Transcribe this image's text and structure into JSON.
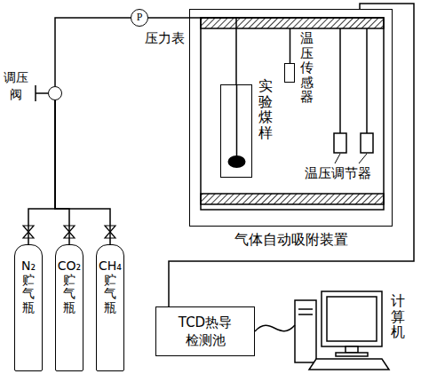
{
  "diagram": {
    "nodes": [
      {
        "text": [
          "P",
          "压力表"
        ]
      },
      {
        "text": [
          "调压阀"
        ]
      },
      {
        "text": [
          "N₂贮气瓶"
        ]
      },
      {
        "text": [
          "CO₂贮气瓶"
        ]
      },
      {
        "text": [
          "CH₄贮气瓶"
        ]
      },
      {
        "text": [
          "气体自动吸附装置"
        ]
      },
      {
        "text": [
          "实验煤样"
        ],
        "in": 5
      },
      {
        "text": [
          "温压传感器"
        ],
        "in": 5
      },
      {
        "text": [
          "TCD热导 检测池"
        ]
      },
      {
        "text": [
          "计算机"
        ]
      }
    ],
    "edges": [
      {
        "from": 2,
        "to": 1,
        "arrow": "none"
      },
      {
        "from": 3,
        "to": 1,
        "arrow": "none"
      },
      {
        "from": 4,
        "to": 1,
        "arrow": "none"
      },
      {
        "from": 1,
        "to": 0,
        "arrow": "none"
      },
      {
        "from": 0,
        "to": 6,
        "arrow": "none"
      },
      {
        "from": 5,
        "to": 8,
        "arrow": "none"
      },
      {
        "from": 8,
        "to": 9,
        "arrow": "none"
      }
    ],
    "labels": [
      "温压调节器"
    ]
  }
}
